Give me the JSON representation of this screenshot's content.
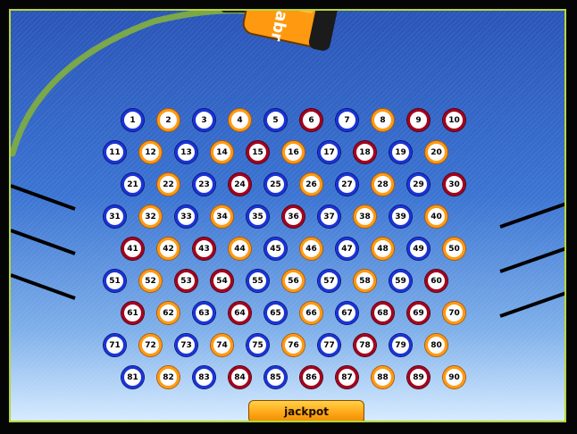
{
  "bottle": {
    "label_text": "abr",
    "label_color": "#ff9a10"
  },
  "board": {
    "border_color": "#b9d63a"
  },
  "colors": {
    "blue": "#1a33d6",
    "orange": "#ff9a10",
    "red": "#a4001c"
  },
  "balls": [
    {
      "n": "1",
      "c": "blue"
    },
    {
      "n": "2",
      "c": "orange"
    },
    {
      "n": "3",
      "c": "blue"
    },
    {
      "n": "4",
      "c": "orange"
    },
    {
      "n": "5",
      "c": "blue"
    },
    {
      "n": "6",
      "c": "red"
    },
    {
      "n": "7",
      "c": "blue"
    },
    {
      "n": "8",
      "c": "orange"
    },
    {
      "n": "9",
      "c": "red"
    },
    {
      "n": "10",
      "c": "red"
    },
    {
      "n": "11",
      "c": "blue"
    },
    {
      "n": "12",
      "c": "orange"
    },
    {
      "n": "13",
      "c": "blue"
    },
    {
      "n": "14",
      "c": "orange"
    },
    {
      "n": "15",
      "c": "red"
    },
    {
      "n": "16",
      "c": "orange"
    },
    {
      "n": "17",
      "c": "blue"
    },
    {
      "n": "18",
      "c": "red"
    },
    {
      "n": "19",
      "c": "blue"
    },
    {
      "n": "20",
      "c": "orange"
    },
    {
      "n": "21",
      "c": "blue"
    },
    {
      "n": "22",
      "c": "orange"
    },
    {
      "n": "23",
      "c": "blue"
    },
    {
      "n": "24",
      "c": "red"
    },
    {
      "n": "25",
      "c": "blue"
    },
    {
      "n": "26",
      "c": "orange"
    },
    {
      "n": "27",
      "c": "blue"
    },
    {
      "n": "28",
      "c": "orange"
    },
    {
      "n": "29",
      "c": "blue"
    },
    {
      "n": "30",
      "c": "red"
    },
    {
      "n": "31",
      "c": "blue"
    },
    {
      "n": "32",
      "c": "orange"
    },
    {
      "n": "33",
      "c": "blue"
    },
    {
      "n": "34",
      "c": "orange"
    },
    {
      "n": "35",
      "c": "blue"
    },
    {
      "n": "36",
      "c": "red"
    },
    {
      "n": "37",
      "c": "blue"
    },
    {
      "n": "38",
      "c": "orange"
    },
    {
      "n": "39",
      "c": "blue"
    },
    {
      "n": "40",
      "c": "orange"
    },
    {
      "n": "41",
      "c": "red"
    },
    {
      "n": "42",
      "c": "orange"
    },
    {
      "n": "43",
      "c": "red"
    },
    {
      "n": "44",
      "c": "orange"
    },
    {
      "n": "45",
      "c": "blue"
    },
    {
      "n": "46",
      "c": "orange"
    },
    {
      "n": "47",
      "c": "blue"
    },
    {
      "n": "48",
      "c": "orange"
    },
    {
      "n": "49",
      "c": "blue"
    },
    {
      "n": "50",
      "c": "orange"
    },
    {
      "n": "51",
      "c": "blue"
    },
    {
      "n": "52",
      "c": "orange"
    },
    {
      "n": "53",
      "c": "red"
    },
    {
      "n": "54",
      "c": "red"
    },
    {
      "n": "55",
      "c": "blue"
    },
    {
      "n": "56",
      "c": "orange"
    },
    {
      "n": "57",
      "c": "blue"
    },
    {
      "n": "58",
      "c": "orange"
    },
    {
      "n": "59",
      "c": "blue"
    },
    {
      "n": "60",
      "c": "red"
    },
    {
      "n": "61",
      "c": "red"
    },
    {
      "n": "62",
      "c": "orange"
    },
    {
      "n": "63",
      "c": "blue"
    },
    {
      "n": "64",
      "c": "red"
    },
    {
      "n": "65",
      "c": "blue"
    },
    {
      "n": "66",
      "c": "orange"
    },
    {
      "n": "67",
      "c": "blue"
    },
    {
      "n": "68",
      "c": "red"
    },
    {
      "n": "69",
      "c": "red"
    },
    {
      "n": "70",
      "c": "orange"
    },
    {
      "n": "71",
      "c": "blue"
    },
    {
      "n": "72",
      "c": "orange"
    },
    {
      "n": "73",
      "c": "blue"
    },
    {
      "n": "74",
      "c": "orange"
    },
    {
      "n": "75",
      "c": "blue"
    },
    {
      "n": "76",
      "c": "orange"
    },
    {
      "n": "77",
      "c": "blue"
    },
    {
      "n": "78",
      "c": "red"
    },
    {
      "n": "79",
      "c": "blue"
    },
    {
      "n": "80",
      "c": "orange"
    },
    {
      "n": "81",
      "c": "blue"
    },
    {
      "n": "82",
      "c": "orange"
    },
    {
      "n": "83",
      "c": "blue"
    },
    {
      "n": "84",
      "c": "red"
    },
    {
      "n": "85",
      "c": "blue"
    },
    {
      "n": "86",
      "c": "red"
    },
    {
      "n": "87",
      "c": "red"
    },
    {
      "n": "88",
      "c": "orange"
    },
    {
      "n": "89",
      "c": "red"
    },
    {
      "n": "90",
      "c": "orange"
    }
  ],
  "jackpot": {
    "label": "jackpot"
  }
}
